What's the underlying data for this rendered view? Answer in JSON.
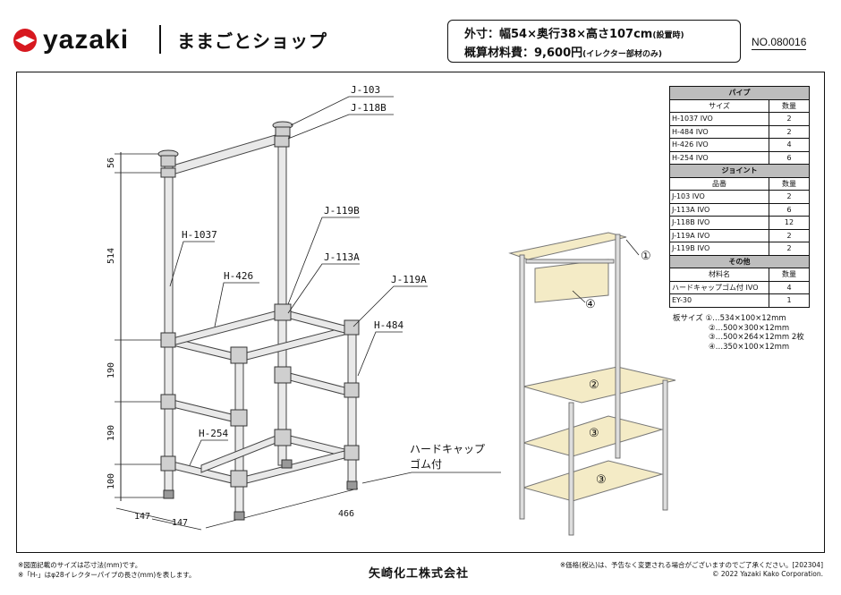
{
  "header": {
    "brand": "yazaki",
    "shop_title": "ままごとショップ",
    "spec_line1": "外寸：幅54×奥行38×高さ107cm",
    "spec_line1_note": "(設置時)",
    "spec_line2": "概算材料費：9,600円",
    "spec_line2_note": "(イレクター部材のみ)",
    "doc_number": "NO.080016"
  },
  "drawing": {
    "callouts": {
      "j103": "J-103",
      "j118b": "J-118B",
      "j119b": "J-119B",
      "j113a": "J-113A",
      "j119a": "J-119A",
      "h1037": "H-1037",
      "h426": "H-426",
      "h484": "H-484",
      "h254": "H-254",
      "cap1": "ハードキャップ",
      "cap2": "ゴム付"
    },
    "dims": {
      "d56": "56",
      "d514": "514",
      "d190a": "190",
      "d190b": "190",
      "d100": "100",
      "d147a": "147",
      "d147b": "147",
      "d466": "466"
    },
    "board_marks": {
      "b1": "①",
      "b2": "②",
      "b3a": "③",
      "b3b": "③",
      "b4": "④"
    }
  },
  "parts": {
    "pipe_title": "パイプ",
    "pipe_cols": [
      "サイズ",
      "数量"
    ],
    "pipes": [
      [
        "H-1037 IVO",
        "2"
      ],
      [
        "H-484 IVO",
        "2"
      ],
      [
        "H-426 IVO",
        "4"
      ],
      [
        "H-254 IVO",
        "6"
      ]
    ],
    "joint_title": "ジョイント",
    "joint_cols": [
      "品番",
      "数量"
    ],
    "joints": [
      [
        "J-103 IVO",
        "2"
      ],
      [
        "J-113A IVO",
        "6"
      ],
      [
        "J-118B IVO",
        "12"
      ],
      [
        "J-119A IVO",
        "2"
      ],
      [
        "J-119B IVO",
        "2"
      ]
    ],
    "other_title": "その他",
    "other_cols": [
      "材料名",
      "数量"
    ],
    "others": [
      [
        "ハードキャップゴム付 IVO",
        "4"
      ],
      [
        "EY-30",
        "1"
      ]
    ]
  },
  "boards": {
    "line1": "板サイズ ①…534×100×12mm",
    "line2": "②…500×300×12mm",
    "line3": "③…500×264×12mm 2枚",
    "line4": "④…350×100×12mm"
  },
  "footer": {
    "note1": "※図面記載のサイズは芯寸法(mm)です。",
    "note2": "※「H-」はφ28イレクターパイプの長さ(mm)を表します。",
    "company": "矢崎化工株式会社",
    "note3": "※価格(税込)は、予告なく変更される場合がございますのでご了承ください。[202304]",
    "copyright": "© 2022 Yazaki Kako Corporation."
  }
}
